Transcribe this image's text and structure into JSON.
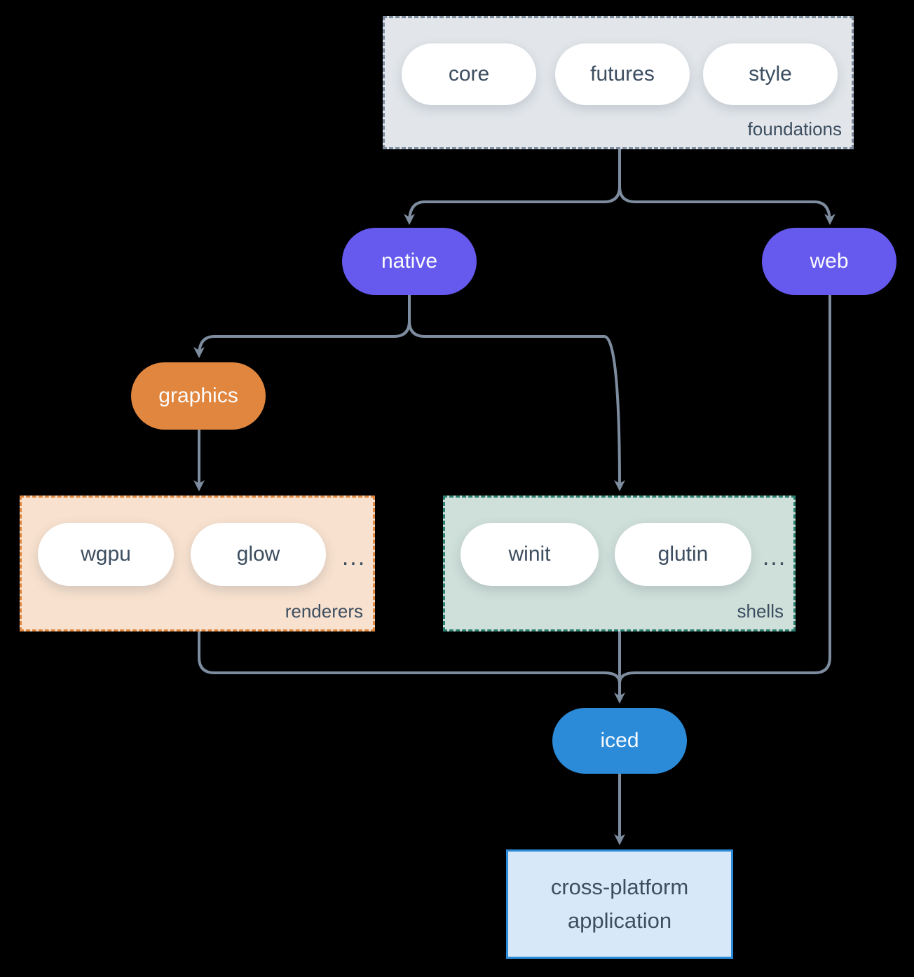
{
  "colors": {
    "background": "#000000",
    "line": "#7d8c9e",
    "text_dark": "#3d4e60",
    "pill_fill": "#ffffff",
    "foundations_fill": "#e2e6ea",
    "foundations_border": "#7d8c9e",
    "renderers_fill": "#f8e1ce",
    "renderers_border": "#e0873f",
    "shells_fill": "#cfdfd9",
    "shells_border": "#2b8070",
    "purple": "#6559ee",
    "orange": "#e0863f",
    "blue": "#2b8bd9",
    "app_fill": "#d7e8f8",
    "app_border": "#2b8bd9"
  },
  "diagram": {
    "groups": {
      "foundations": {
        "label": "foundations",
        "pills": [
          "core",
          "futures",
          "style"
        ]
      },
      "renderers": {
        "label": "renderers",
        "pills": [
          "wgpu",
          "glow"
        ],
        "ellipsis": "..."
      },
      "shells": {
        "label": "shells",
        "pills": [
          "winit",
          "glutin"
        ],
        "ellipsis": "..."
      }
    },
    "nodes": {
      "native": "native",
      "web": "web",
      "graphics": "graphics",
      "iced": "iced",
      "application": "cross-platform application"
    }
  }
}
